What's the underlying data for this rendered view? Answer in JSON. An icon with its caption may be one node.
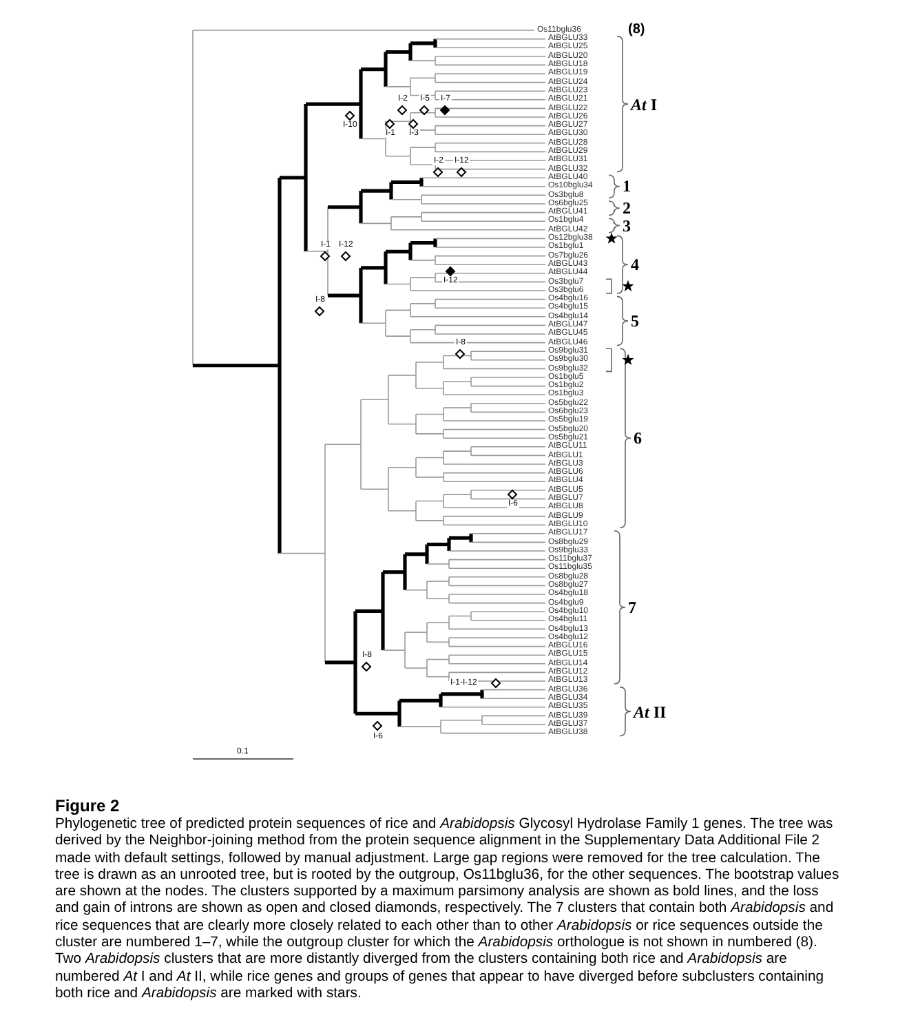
{
  "diagram": {
    "title": "Figure 2",
    "caption": "Phylogenetic tree of predicted protein sequences of rice and *Arabidopsis* Glycosyl Hydrolase Family 1 genes. The tree was derived by the Neighbor-joining method from the protein sequence alignment in the Supplementary Data Additional File 2 made with default settings, followed by manual adjustment. Large gap regions were removed for the tree calculation. The tree is drawn as an unrooted tree, but is rooted by the outgroup, Os11bglu36, for the other sequences. The bootstrap values are shown at the nodes. The clusters supported by a maximum parsimony analysis are shown as bold lines, and the loss and gain of introns are shown as open and closed diamonds, respectively. The 7 clusters that contain both *Arabidopsis* and rice sequences that are clearly more closely related to each other than to other *Arabidopsis* or rice sequences outside the cluster are numbered 1–7, while the outgroup cluster for which the *Arabidopsis* orthologue is not shown in numbered (8). Two *Arabidopsis* clusters that are more distantly diverged from the clusters containing both rice and *Arabidopsis* are numbered *At* I and *At* II, while rice genes and groups of genes that appear to have diverged before subclusters containing both rice and *Arabidopsis* are marked with stars.",
    "labels": [
      "Os11bglu36",
      "AtBGLU33",
      "AtBGLU25",
      "AtBGLU20",
      "AtBGLU18",
      "AtBGLU19",
      "AtBGLU24",
      "AtBGLU23",
      "AtBGLU21",
      "AtBGLU22",
      "AtBGLU26",
      "AtBGLU27",
      "AtBGLU30",
      "AtBGLU28",
      "AtBGLU29",
      "AtBGLU31",
      "AtBGLU32",
      "AtBGLU40",
      "Os10bglu34",
      "Os3bglu8",
      "Os6bglu25",
      "AtBGLU41",
      "Os1bglu4",
      "AtBGLU42",
      "Os12bglu38",
      "Os1bglu1",
      "Os7bglu26",
      "AtBGLU43",
      "AtBGLU44",
      "Os3bglu7",
      "Os3bglu6",
      "Os4bglu16",
      "Os4bglu15",
      "Os4bglu14",
      "AtBGLU47",
      "AtBGLU45",
      "AtBGLU46",
      "Os9bglu31",
      "Os9bglu30",
      "Os9bglu32",
      "Os1bglu5",
      "Os1bglu2",
      "Os1bglu3",
      "Os5bglu22",
      "Os6bglu23",
      "Os5bglu19",
      "Os5bglu20",
      "Os5bglu21",
      "AtBGLU11",
      "AtBGLU1",
      "AtBGLU3",
      "AtBGLU6",
      "AtBGLU4",
      "AtBGLU5",
      "AtBGLU7",
      "AtBGLU8",
      "AtBGLU9",
      "AtBGLU10",
      "AtBGLU17",
      "Os8bglu29",
      "Os9bglu33",
      "Os11bglu37",
      "Os11bglu35",
      "Os8bglu28",
      "Os8bglu27",
      "Os4bglu18",
      "Os4bglu9",
      "Os4bglu10",
      "Os4bglu11",
      "Os4bglu13",
      "Os4bglu12",
      "AtBGLU16",
      "AtBGLU15",
      "AtBGLU14",
      "AtBGLU12",
      "AtBGLU13",
      "AtBGLU36",
      "AtBGLU34",
      "AtBGLU35",
      "AtBGLU39",
      "AtBGLU37",
      "AtBGLU38",
      "(8)",
      "*At* I",
      "1",
      "2",
      "3",
      "4",
      "5",
      "6",
      "7",
      "*At* II",
      "I-10",
      "I-2",
      "I-5",
      "I-7",
      "I-1",
      "I-3",
      "I-2",
      "I-12",
      "I-1",
      "I-12",
      "I-12",
      "I-8",
      "I-8",
      "I-6",
      "I-8",
      "I-1-I-12",
      "I-6",
      "0.1"
    ]
  }
}
